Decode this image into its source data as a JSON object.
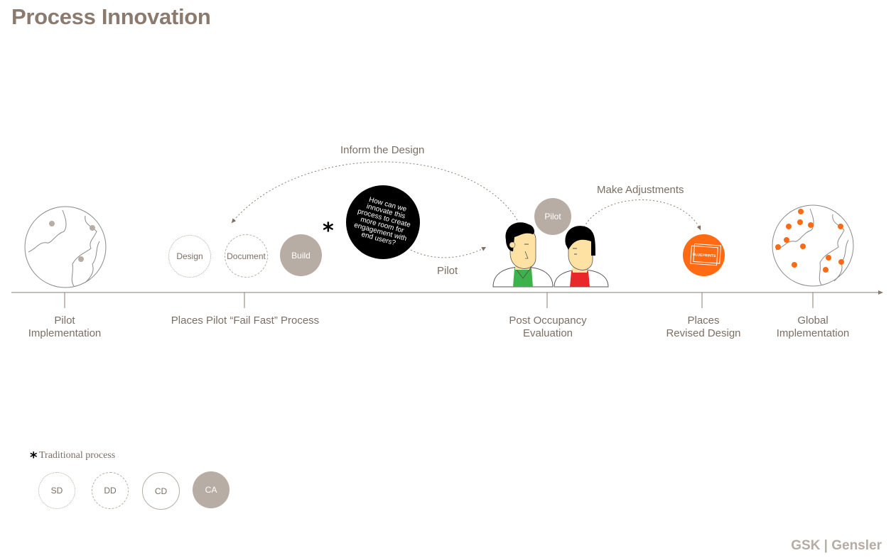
{
  "title": "Process Innovation",
  "timeline": {
    "stages": [
      {
        "line1": "Pilot",
        "line2": "Implementation"
      },
      {
        "line1": "Places Pilot “Fail Fast” Process",
        "line2": ""
      },
      {
        "line1": "Post Occupancy",
        "line2": "Evaluation"
      },
      {
        "line1": "Places",
        "line2": "Revised Design"
      },
      {
        "line1": "Global",
        "line2": "Implementation"
      }
    ]
  },
  "arrows": {
    "inform": "Inform the Design",
    "pilot": "Pilot",
    "adjust": "Make Adjustments"
  },
  "process_circles": {
    "design": "Design",
    "document": "Document",
    "build": "Build"
  },
  "question": "How can we innovate this process to create more room for engagement with end users?",
  "pilot_badge": "Pilot",
  "blueprints": "BLUEPRINTS",
  "legend": {
    "marker": "*",
    "title": "Traditional process",
    "items": [
      "SD",
      "DD",
      "CD",
      "CA"
    ]
  },
  "footer": "GSK | Gensler",
  "colors": {
    "title": "#8b7b6f",
    "text": "#7d6e64",
    "taupe": "#b8ada4",
    "orange": "#ff6a13",
    "green": "#3cb34a",
    "red": "#e8272a",
    "skin": "#fde2a4"
  }
}
